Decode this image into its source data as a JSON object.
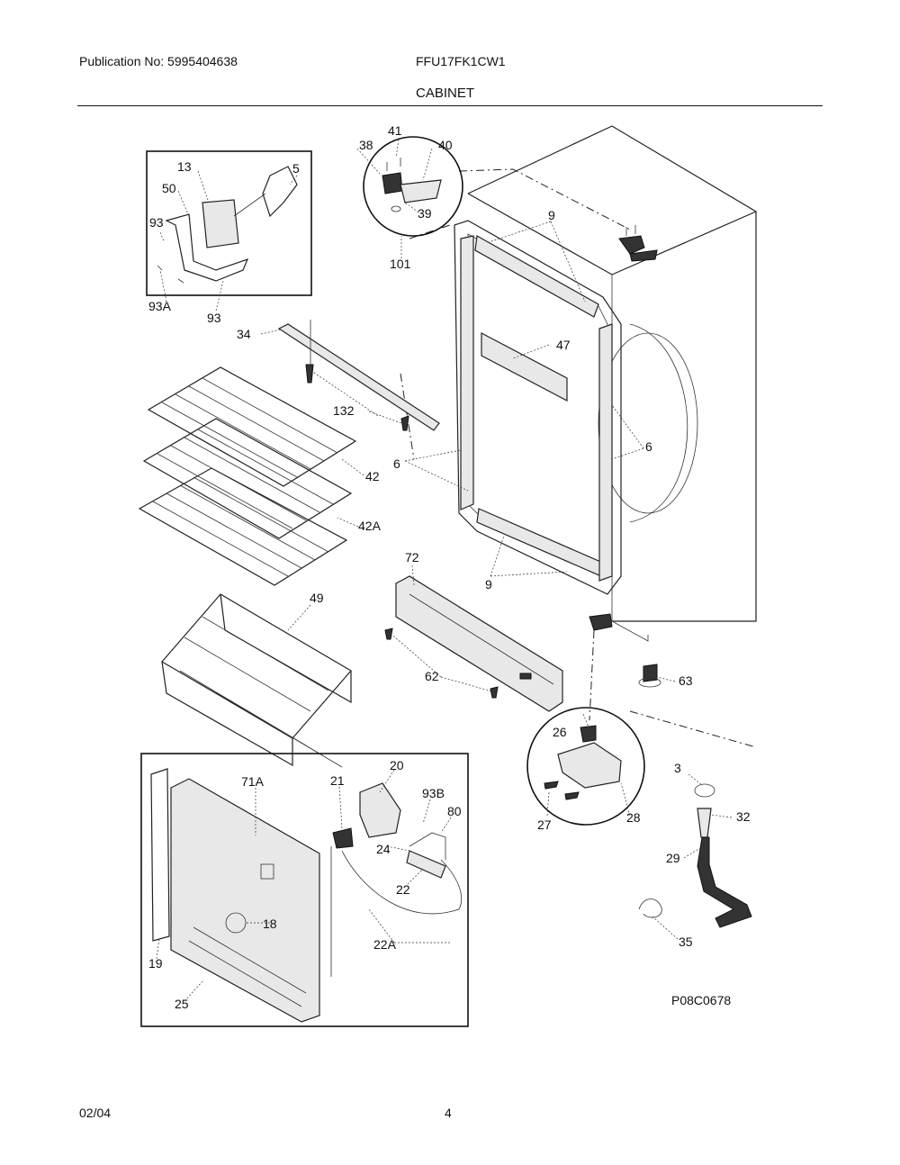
{
  "header": {
    "publication": "Publication No: 5995404638",
    "model": "FFU17FK1CW1",
    "section_title": "CABINET"
  },
  "footer": {
    "date": "02/04",
    "page": "4"
  },
  "diagram": {
    "drawing_id": "P08C0678",
    "callouts": {
      "c41": "41",
      "c38": "38",
      "c40": "40",
      "c39": "39",
      "c101": "101",
      "c13": "13",
      "c5": "5",
      "c50": "50",
      "c93a_top": "93",
      "c93A": "93A",
      "c93_bot": "93",
      "c34": "34",
      "c132": "132",
      "c9_top": "9",
      "c47": "47",
      "c6_left": "6",
      "c6_right": "6",
      "c42": "42",
      "c42A": "42A",
      "c72": "72",
      "c9_bot": "9",
      "c49": "49",
      "c62": "62",
      "c63": "63",
      "c26": "26",
      "c27": "27",
      "c28": "28",
      "c3": "3",
      "c32": "32",
      "c29": "29",
      "c35": "35",
      "c71A": "71A",
      "c21": "21",
      "c20": "20",
      "c93B": "93B",
      "c80": "80",
      "c24": "24",
      "c22": "22",
      "c22A": "22A",
      "c18": "18",
      "c19": "19",
      "c25": "25"
    }
  }
}
